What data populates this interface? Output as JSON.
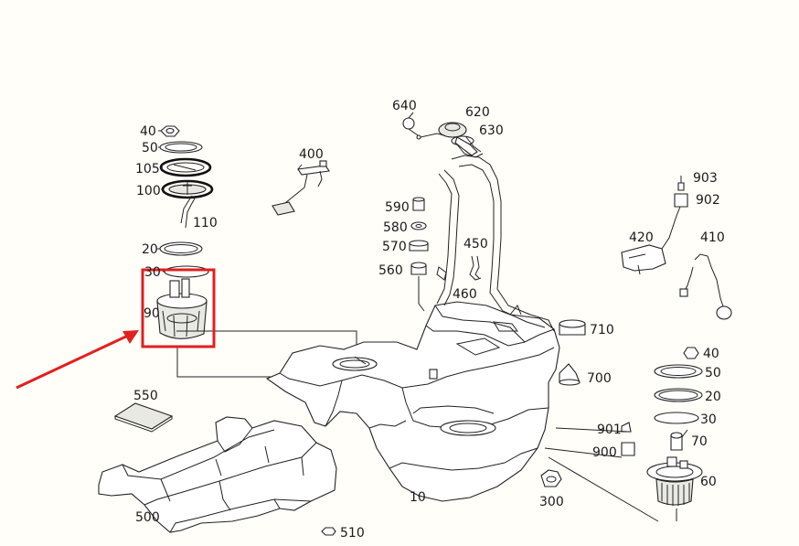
{
  "labels": {
    "l40a": "40",
    "l50a": "50",
    "l105": "105",
    "l100": "100",
    "l110": "110",
    "l20a": "20",
    "l30a": "30",
    "l90": "90",
    "l400": "400",
    "l550": "550",
    "l500": "500",
    "l510": "510",
    "l640": "640",
    "l620": "620",
    "l630": "630",
    "l590": "590",
    "l580": "580",
    "l570": "570",
    "l560": "560",
    "l450": "450",
    "l460": "460",
    "l903": "903",
    "l902": "902",
    "l420": "420",
    "l410": "410",
    "l710": "710",
    "l700": "700",
    "l40b": "40",
    "l50b": "50",
    "l20b": "20",
    "l30b": "30",
    "l70": "70",
    "l901": "901",
    "l900": "900",
    "l60": "60",
    "l300": "300",
    "l10": "10"
  },
  "highlight": {
    "box_color": "#e02020",
    "arrow_color": "#e02020"
  },
  "icons": {
    "arrow": "arrow-pointer-icon"
  }
}
